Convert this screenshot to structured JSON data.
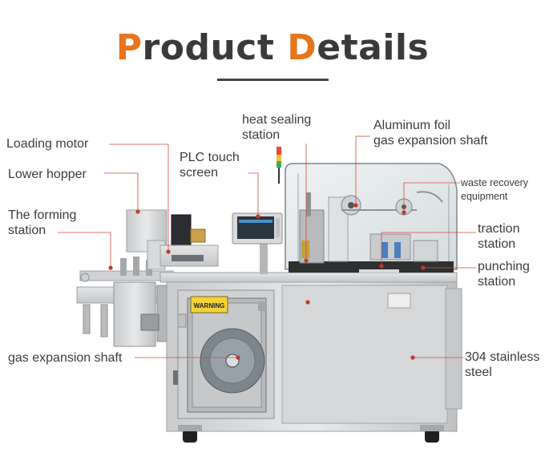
{
  "title": {
    "first_letter": "P",
    "rest_word1": "roduct ",
    "second_letter": "D",
    "rest_word2": "etails"
  },
  "colors": {
    "accent": "#e8741c",
    "callout_line": "#d34a3c",
    "dot": "#c0392b",
    "text": "#3c3c3c"
  },
  "warning_plate": "WARNING",
  "labels": {
    "loading_motor": "Loading motor",
    "lower_hopper": "Lower hopper",
    "forming_station": [
      "The forming",
      "station"
    ],
    "plc_touch_screen": [
      "PLC touch",
      "screen"
    ],
    "heat_sealing_station": [
      "heat sealing",
      "station"
    ],
    "aluminum_foil": [
      "Aluminum foil",
      "gas expansion shaft"
    ],
    "waste_recovery": [
      "waste recovery",
      "equipment"
    ],
    "traction_station": [
      "traction",
      "station"
    ],
    "punching_station": [
      "punching",
      "station"
    ],
    "gas_expansion_shaft": "gas expansion shaft",
    "stainless_steel": [
      "304 stainless",
      "steel"
    ]
  }
}
